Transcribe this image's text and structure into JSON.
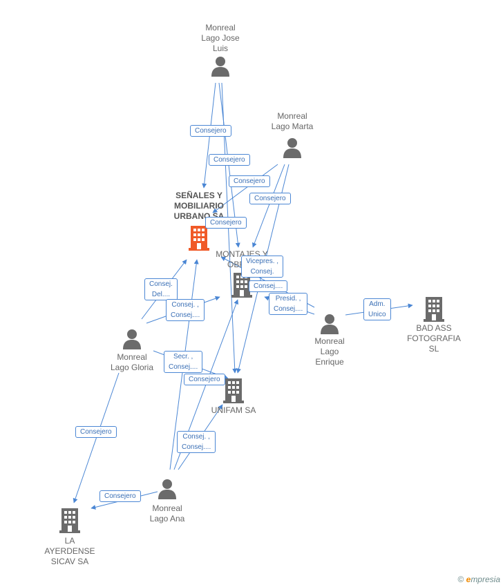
{
  "nodes": {
    "jose_luis": {
      "label": "Monreal\nLago Jose\nLuis",
      "kind": "person"
    },
    "marta": {
      "label": "Monreal\nLago Marta",
      "kind": "person"
    },
    "senales": {
      "label": "SEÑALES Y\nMOBILIARIO\nURBANO SA",
      "kind": "company-main"
    },
    "montajes": {
      "label": "MONTAJES Y\nOBRAS",
      "kind": "company"
    },
    "enrique": {
      "label": "Monreal\nLago\nEnrique",
      "kind": "person"
    },
    "badass": {
      "label": "BAD ASS\nFOTOGRAFIA\nSL",
      "kind": "company"
    },
    "gloria": {
      "label": "Monreal\nLago Gloria",
      "kind": "person"
    },
    "unifam": {
      "label": "UNIFAM SA",
      "kind": "company"
    },
    "ana": {
      "label": "Monreal\nLago Ana",
      "kind": "person"
    },
    "ayerdense": {
      "label": "LA\nAYERDENSE\nSICAV SA",
      "kind": "company"
    }
  },
  "relations": [
    {
      "id": "r1",
      "label": "Consejero"
    },
    {
      "id": "r2",
      "label": "Consejero"
    },
    {
      "id": "r3",
      "label": "Consejero"
    },
    {
      "id": "r4",
      "label": "Consejero"
    },
    {
      "id": "r5",
      "label": "Consejero"
    },
    {
      "id": "r6",
      "label": "Vicepres. ,\nConsej."
    },
    {
      "id": "r7",
      "label": "Consej...."
    },
    {
      "id": "r8",
      "label": "Presid. ,\nConsej...."
    },
    {
      "id": "r9",
      "label": "Adm.\nUnico"
    },
    {
      "id": "r10",
      "label": "Consej.\nDel...."
    },
    {
      "id": "r11",
      "label": "Consej. ,\nConsej...."
    },
    {
      "id": "r12",
      "label": "Secr. ,\nConsej...."
    },
    {
      "id": "r13",
      "label": "Consejero"
    },
    {
      "id": "r14",
      "label": "Consejero"
    },
    {
      "id": "r15",
      "label": "Consej. ,\nConsej...."
    },
    {
      "id": "r16",
      "label": "Consejero"
    }
  ],
  "colors": {
    "edge": "#4a86d4",
    "main_company": "#f05a28",
    "icon": "#6b6b6b"
  },
  "footer": {
    "copyright": "©",
    "brand_initial": "e",
    "brand_rest": "mpresia"
  }
}
